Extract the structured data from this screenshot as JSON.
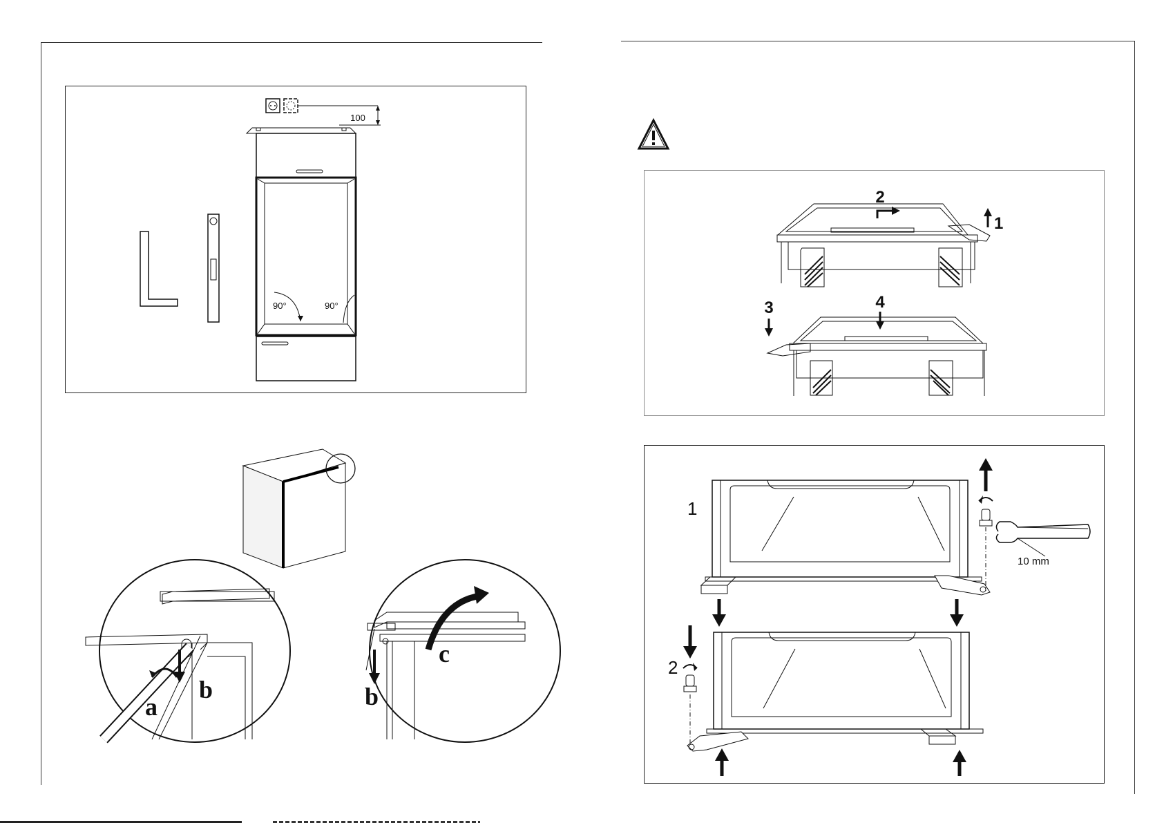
{
  "figure1": {
    "dimension_label": "100",
    "angle_left": "90°",
    "angle_right": "90°"
  },
  "figure2": {
    "step_a": "a",
    "step_b": "b",
    "step_b2": "b",
    "step_c": "c"
  },
  "figure3": {
    "step_1": "1",
    "step_2": "2",
    "step_3": "3",
    "step_4": "4"
  },
  "figure4": {
    "step_1": "1",
    "step_2": "2",
    "wrench_size": "10 mm"
  },
  "icons": [
    "warning-triangle-icon",
    "power-socket-icon",
    "carpenter-square-icon",
    "spirit-level-icon",
    "wrench-icon"
  ]
}
